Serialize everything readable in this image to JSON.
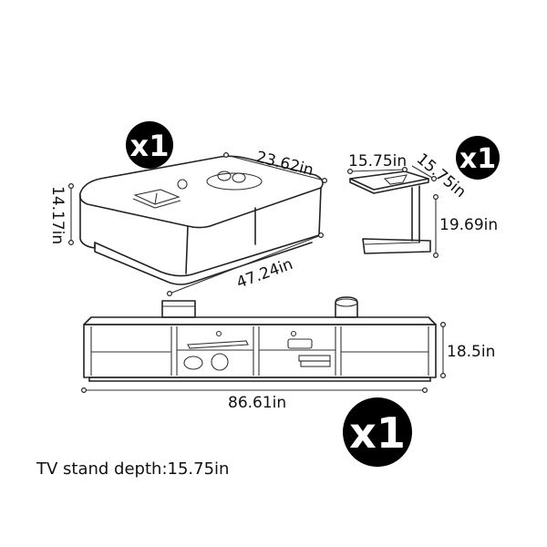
{
  "coffee_table": {
    "quantity": "x1",
    "length": "47.24in",
    "width": "23.62in",
    "height": "14.17in"
  },
  "side_table": {
    "quantity": "x1",
    "width": "15.75in",
    "depth": "15.75in",
    "height": "19.69in"
  },
  "tv_stand": {
    "quantity": "x1",
    "length": "86.61in",
    "height": "18.5in",
    "depth_note": "TV stand depth:15.75in"
  },
  "colors": {
    "line": "#222222",
    "badge": "#000000",
    "background": "#ffffff"
  }
}
